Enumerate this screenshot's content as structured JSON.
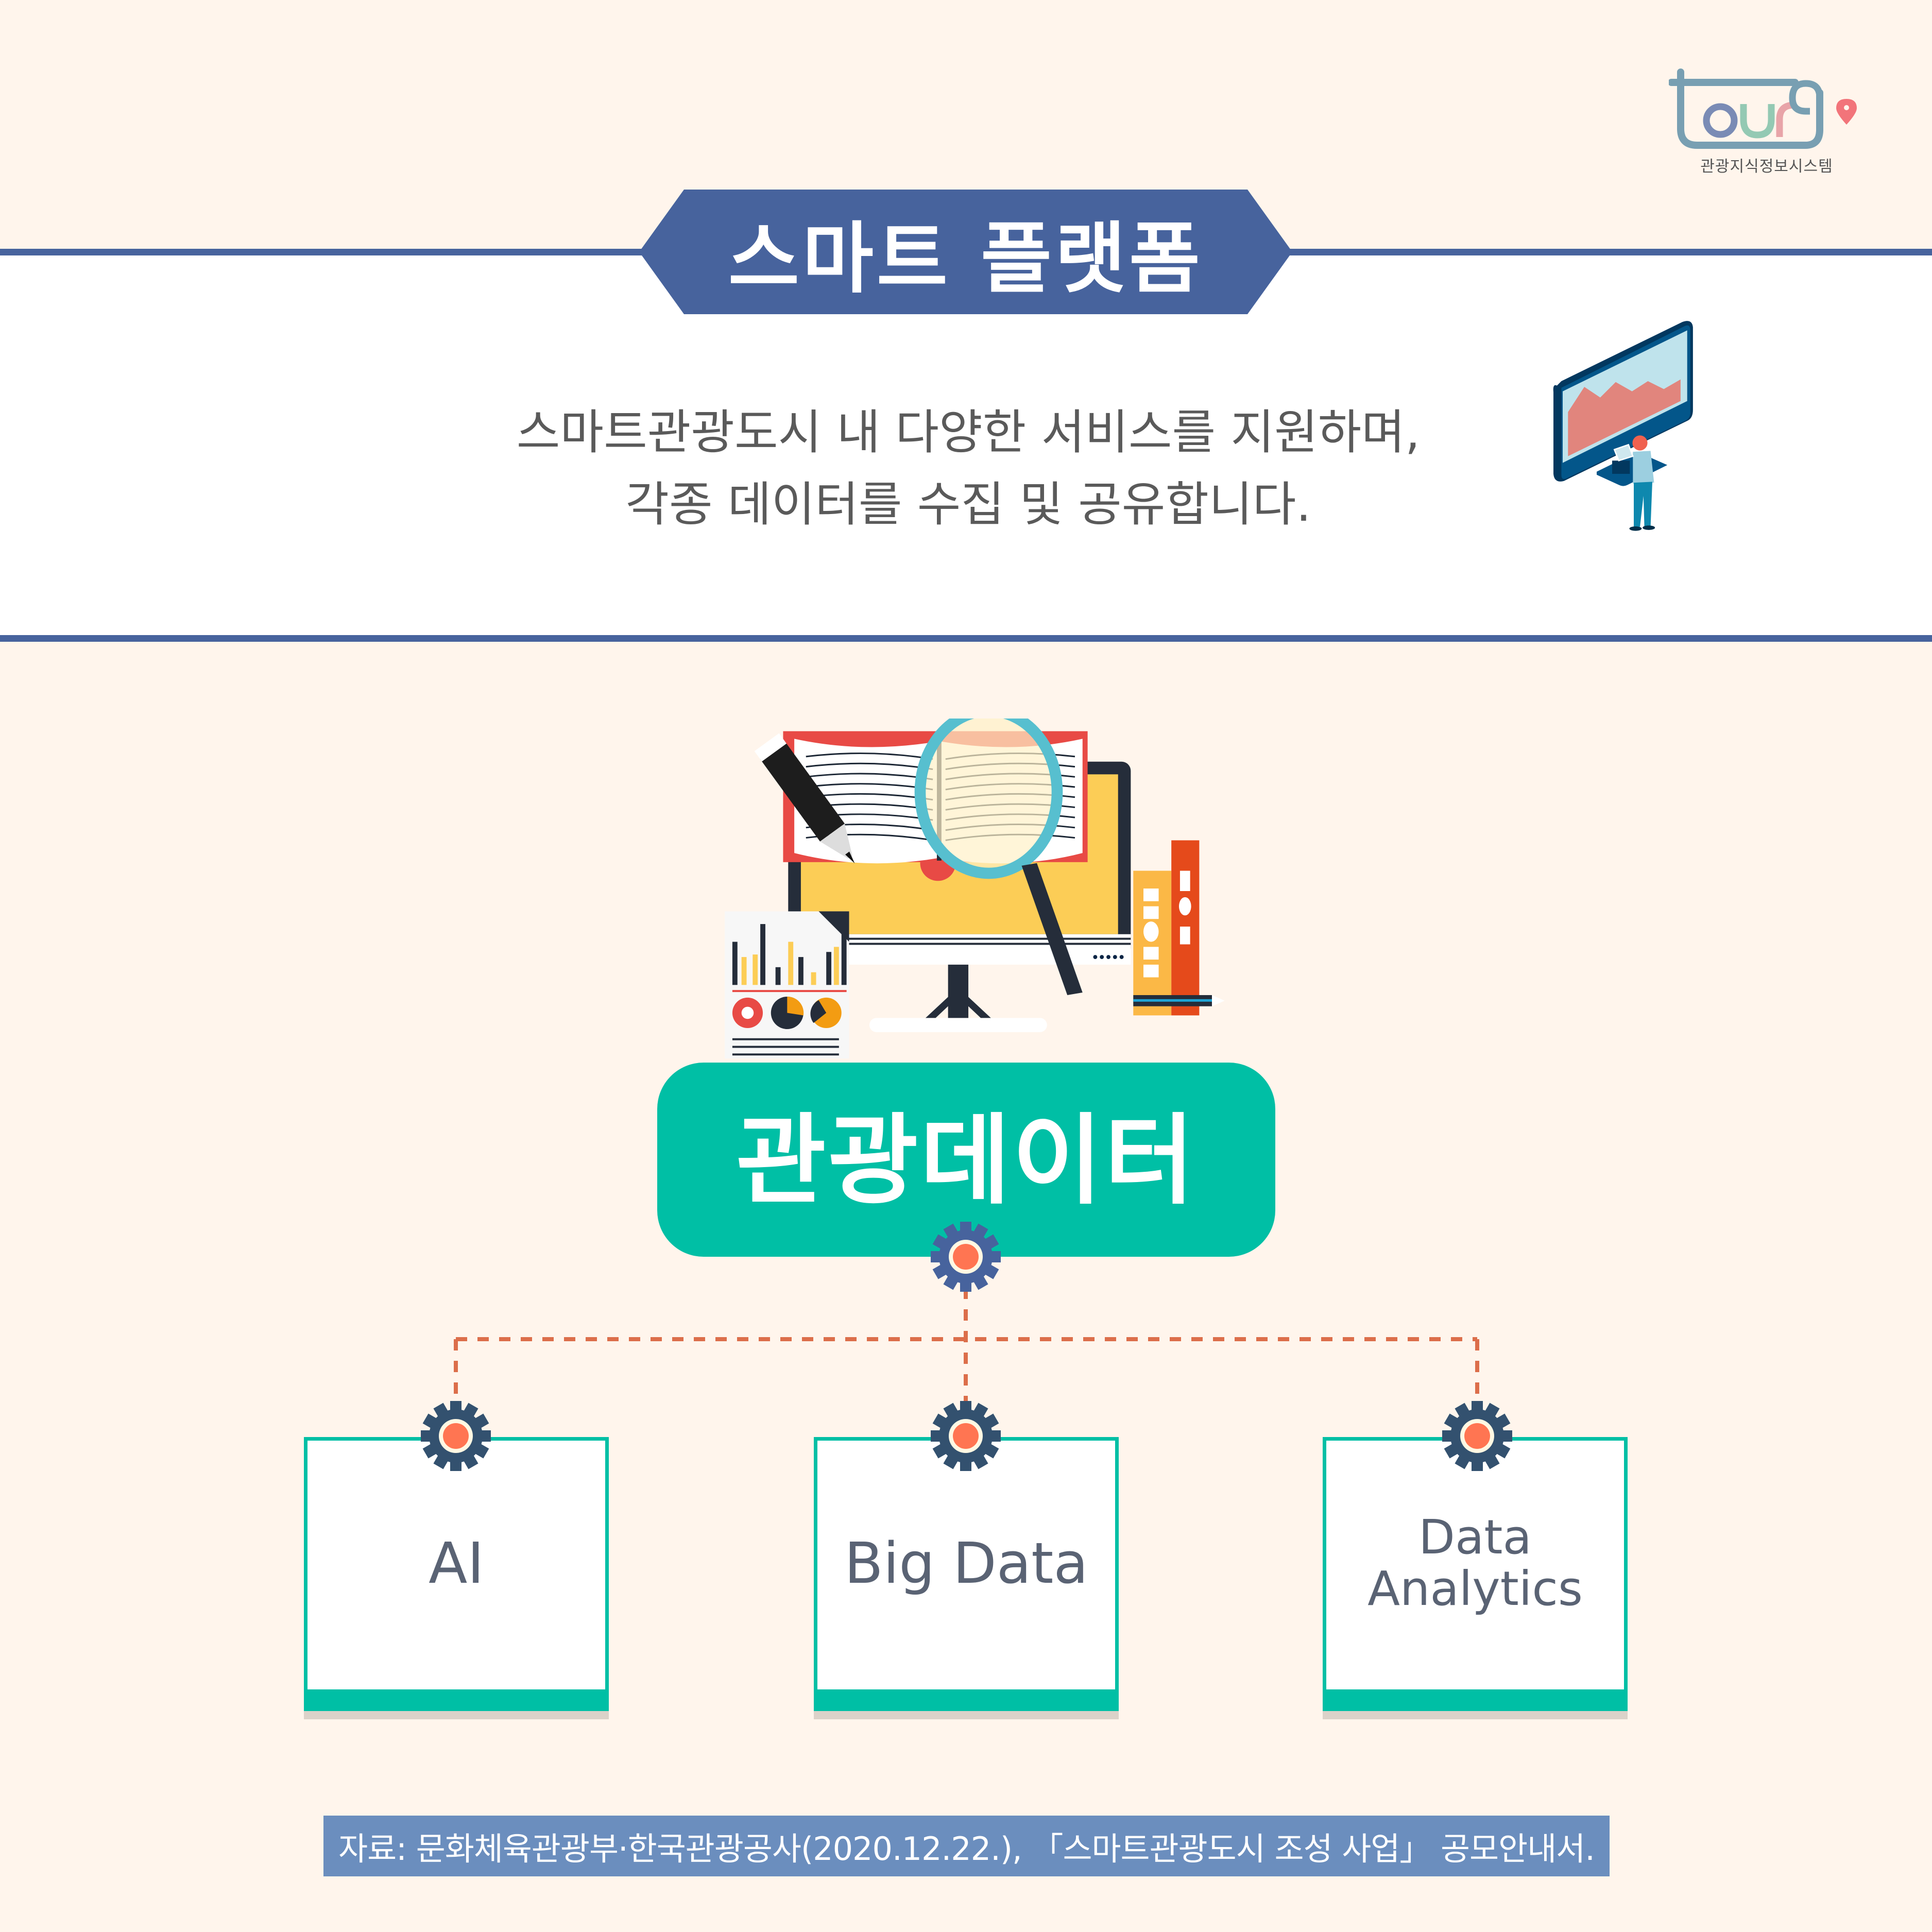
{
  "logo": {
    "wordmark": "tourg",
    "subtitle": "관광지식정보시스템",
    "colors": {
      "frame": "#789fb2",
      "o": "#7a8bb5",
      "u": "#94c9b3",
      "r": "#e8a4a8",
      "pin": "#f2747a"
    }
  },
  "header": {
    "title": "스마트 플랫폼",
    "band_color": "#47639d",
    "subtitle_line1": "스마트관광도시 내 다양한 서비스를 지원하며,",
    "subtitle_line2": "각종 데이터를 수집 및 공유합니다."
  },
  "illustrations": {
    "monitor": "person-viewing-chart-monitor-illustration",
    "data": "computer-book-magnifier-charts-illustration"
  },
  "center": {
    "title": "관광데이터",
    "color": "#00bfa5",
    "gear_icon": "gear-icon"
  },
  "connector": {
    "color": "#dc6e4a",
    "style": "dashed"
  },
  "cards": [
    {
      "label": "AI"
    },
    {
      "label": "Big Data"
    },
    {
      "label_line1": "Data",
      "label_line2": "Analytics"
    }
  ],
  "footer": {
    "source": "자료: 문화체육관광부·한국관광공사(2020.12.22.), 「스마트관광도시 조성 사업」 공모안내서."
  }
}
